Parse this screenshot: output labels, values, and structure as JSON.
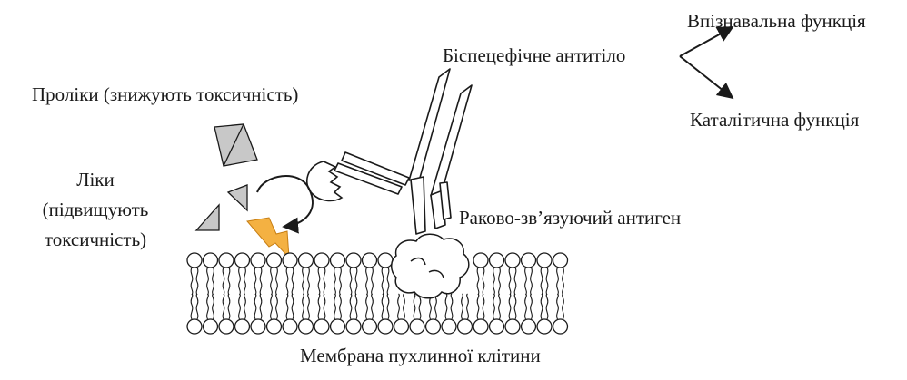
{
  "labels": {
    "recognition": "Впізнавальна функція",
    "catalytic": "Каталітична функція",
    "antibody": "Біспецефічне антитіло",
    "prodrugs": "Проліки (знижують токсичність)",
    "drugs_line1": "Ліки",
    "drugs_line2": "(підвищують",
    "drugs_line3": "токсичність)",
    "antigen": "Раково-зв’язуючий антиген",
    "membrane": "Мембрана пухлинної клітини"
  },
  "colors": {
    "stroke": "#1a1a1a",
    "drug_fill": "#c8c8c8",
    "bolt_fill": "#f4b142",
    "bolt_stroke": "#c77e12"
  }
}
